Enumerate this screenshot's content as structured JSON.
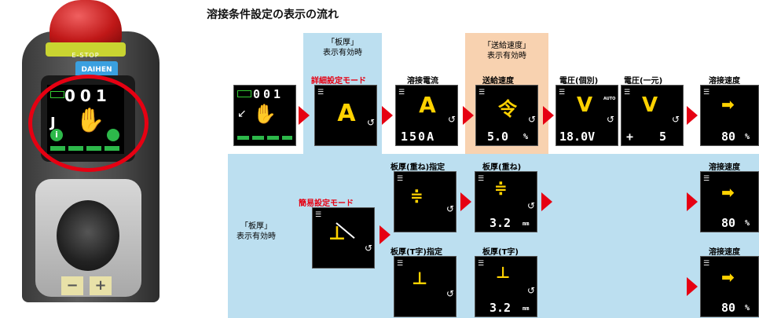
{
  "title": "溶接条件設定の表示の流れ",
  "pendant": {
    "estop_label": "E-STOP",
    "brand": "DAIHEN",
    "program_number": "001",
    "mode_letter": "J",
    "minus_key": "−",
    "plus_key": "+"
  },
  "top_row": {
    "cap_ita": [
      "「板厚」",
      "表示有効時"
    ],
    "cap_feed": [
      "「送給速度」",
      "表示有効時"
    ],
    "labels": {
      "detail_mode": "詳細設定モード",
      "current": "溶接電流",
      "feed": "送給速度",
      "volt_indiv": "電圧(個別)",
      "volt_unified": "電圧(一元)",
      "speed": "溶接速度"
    },
    "screens": {
      "start_num": "001",
      "detail_glyph": "A",
      "current_glyph": "A",
      "current_value": "150A",
      "feed_glyph": "令",
      "feed_value": "5.0",
      "feed_unit": "%",
      "volt1_glyph": "V",
      "volt1_badge": "AUTO",
      "volt1_value": "18.0V",
      "volt2_glyph": "V",
      "volt2_sign": "+",
      "volt2_value": "5",
      "speed_value": "80",
      "speed_unit": "%"
    }
  },
  "bottom_row": {
    "cap_ita": [
      "「板厚」",
      "表示有効時"
    ],
    "labels": {
      "simple_mode": "簡易設定モード",
      "lap_spec": "板厚(重ね)指定",
      "lap": "板厚(重ね)",
      "tee_spec": "板厚(T字)指定",
      "tee": "板厚(T字)",
      "speed_top": "溶接速度",
      "speed_bottom": "溶接速度"
    },
    "screens": {
      "lap_value": "3.2",
      "lap_unit": "mm",
      "tee_value": "3.2",
      "tee_unit": "mm",
      "speed_top_value": "80",
      "speed_top_unit": "%",
      "speed_bottom_value": "80",
      "speed_bottom_unit": "%"
    }
  }
}
